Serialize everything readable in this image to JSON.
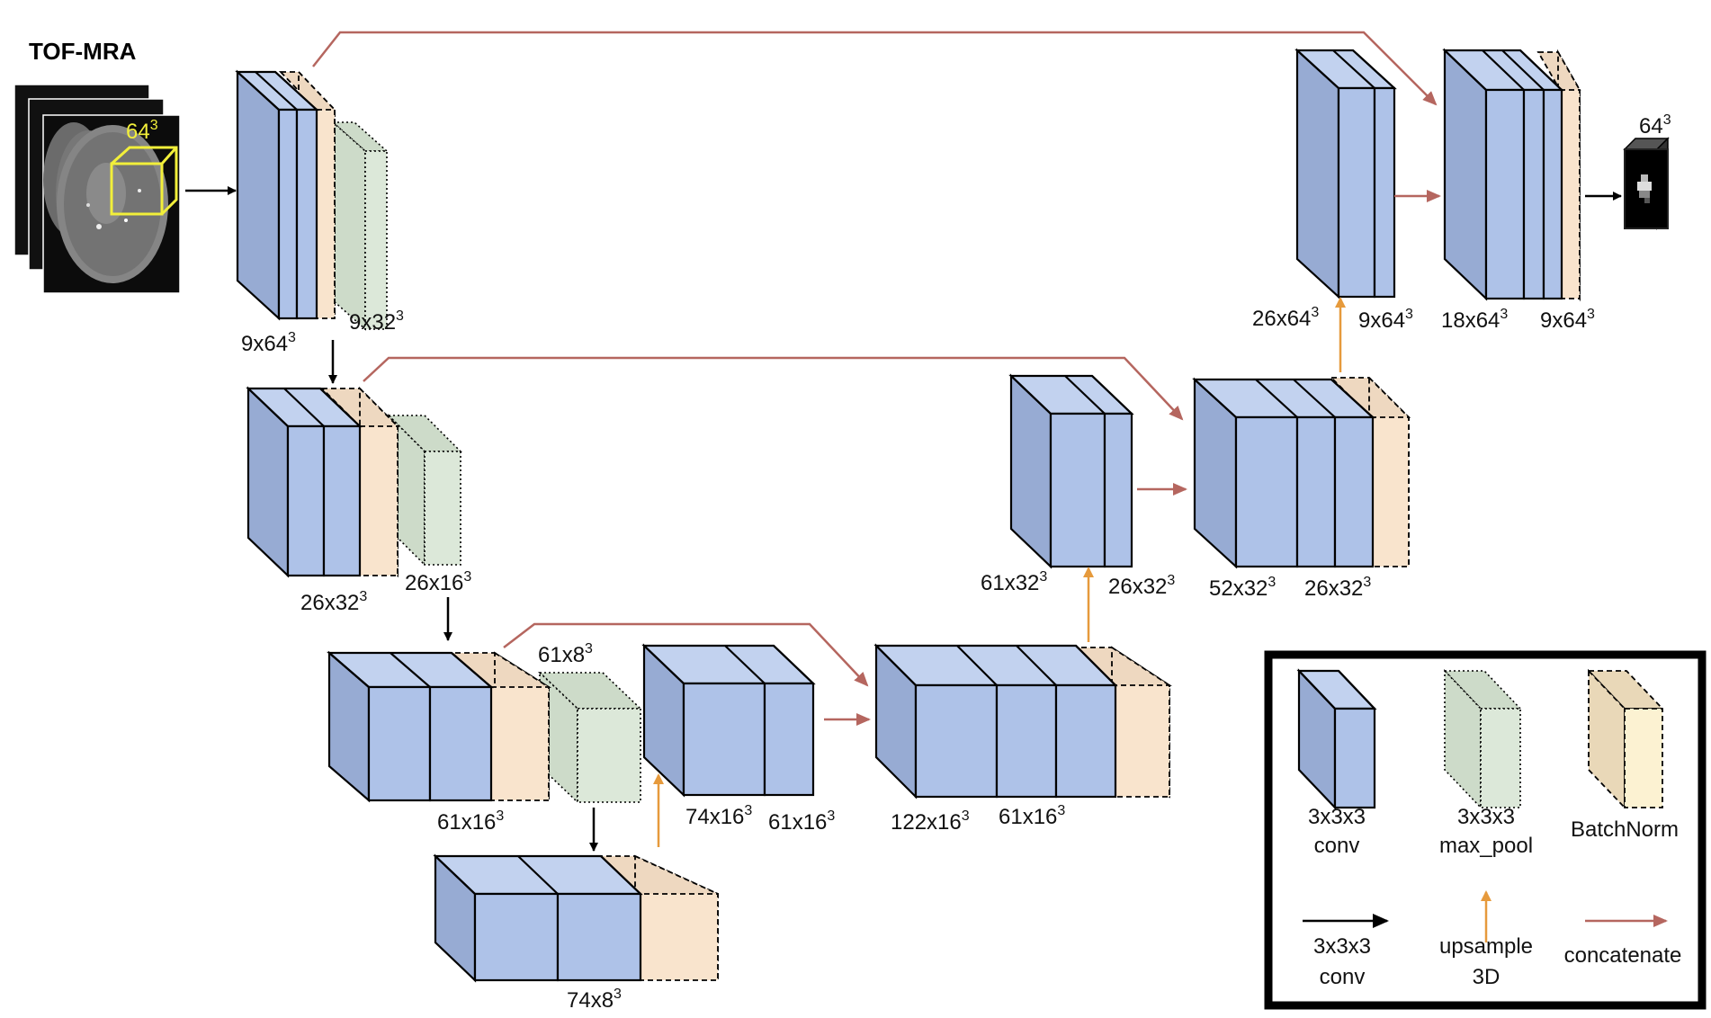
{
  "input": {
    "title": "TOF-MRA",
    "crop_label": "64",
    "crop_label_sup": "3"
  },
  "output": {
    "size_label": "64",
    "size_label_sup": "3"
  },
  "dims": {
    "enc1_conv": [
      "9x64",
      "3"
    ],
    "enc1_pool": [
      "9x32",
      "3"
    ],
    "enc2_conv": [
      "26x32",
      "3"
    ],
    "enc2_pool": [
      "26x16",
      "3"
    ],
    "enc3_pool": [
      "61x8",
      "3"
    ],
    "enc3_conv": [
      "61x16",
      "3"
    ],
    "bottleneck": [
      "74x8",
      "3"
    ],
    "dec3_a": [
      "74x16",
      "3"
    ],
    "dec3_b": [
      "61x16",
      "3"
    ],
    "dec3_cat_a": [
      "122x16",
      "3"
    ],
    "dec3_cat_b": [
      "61x16",
      "3"
    ],
    "dec2_a": [
      "61x32",
      "3"
    ],
    "dec2_b": [
      "26x32",
      "3"
    ],
    "dec2_cat_a": [
      "52x32",
      "3"
    ],
    "dec2_cat_b": [
      "26x32",
      "3"
    ],
    "dec1_a": [
      "26x64",
      "3"
    ],
    "dec1_b": [
      "9x64",
      "3"
    ],
    "dec1_cat_a": [
      "18x64",
      "3"
    ],
    "dec1_cat_b": [
      "9x64",
      "3"
    ]
  },
  "legend": {
    "conv_line1": "3x3x3",
    "conv_line2": "conv",
    "pool_line1": "3x3x3",
    "pool_line2": "max_pool",
    "batchnorm": "BatchNorm",
    "arrow_conv_line1": "3x3x3",
    "arrow_conv_line2": "conv",
    "upsample_line1": "upsample",
    "upsample_line2": "3D",
    "concatenate": "concatenate"
  },
  "colors": {
    "conv_front": "#aec2e8",
    "conv_side": "#97abd3",
    "conv_top": "#c2d2ef",
    "pool_front": "#dce8d9",
    "pool_side": "#cddbc9",
    "bn_front": "#f9e4cd",
    "bn_side": "#eed8c0",
    "arrow_conv": "#000000",
    "arrow_upsample": "#e69a3c",
    "arrow_concat": "#b5665f",
    "crop_box": "#f2ef3a"
  }
}
